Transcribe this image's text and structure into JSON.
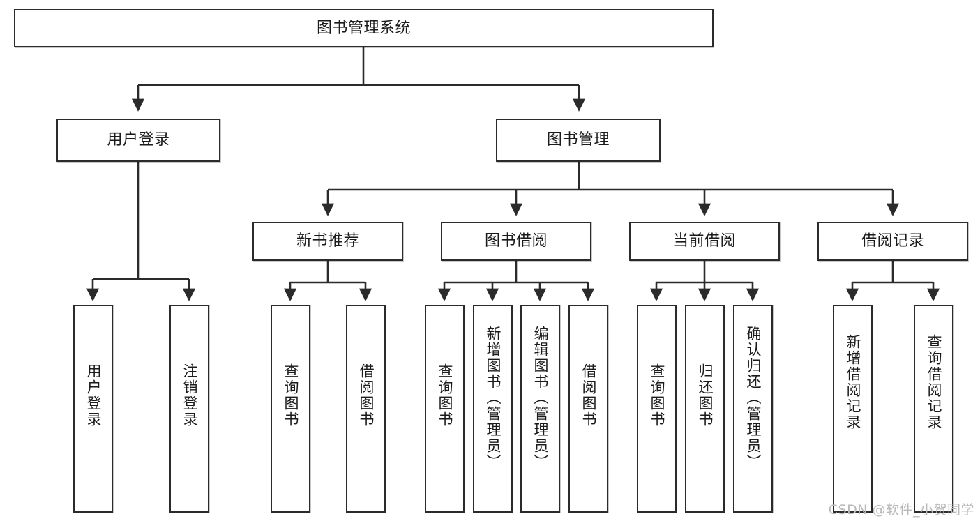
{
  "diagram": {
    "title": "图书管理系统",
    "type": "tree",
    "colors": {
      "box_border": "#2b2b2b",
      "box_fill": "#ffffff",
      "edge": "#2b2b2b",
      "text": "#1b1b1b",
      "watermark": "#b9b9b9"
    },
    "root": {
      "label": "图书管理系统"
    },
    "level2": [
      {
        "label": "用户登录"
      },
      {
        "label": "图书管理"
      }
    ],
    "level3": [
      {
        "label": "新书推荐"
      },
      {
        "label": "图书借阅"
      },
      {
        "label": "当前借阅"
      },
      {
        "label": "借阅记录"
      }
    ],
    "leaves": {
      "user_login": [
        {
          "label": "用户登录"
        },
        {
          "label": "注销登录"
        }
      ],
      "new_book": [
        {
          "label": "查询图书"
        },
        {
          "label": "借阅图书"
        }
      ],
      "book_borrow": [
        {
          "label": "查询图书"
        },
        {
          "label": "新增图书（管理员）"
        },
        {
          "label": "编辑图书（管理员）"
        },
        {
          "label": "借阅图书"
        }
      ],
      "current_borrow": [
        {
          "label": "查询图书"
        },
        {
          "label": "归还图书"
        },
        {
          "label": "确认归还（管理员）"
        }
      ],
      "borrow_record": [
        {
          "label": "新增借阅记录"
        },
        {
          "label": "查询借阅记录"
        }
      ]
    },
    "watermark": "CSDN @软件_小贺同学"
  }
}
